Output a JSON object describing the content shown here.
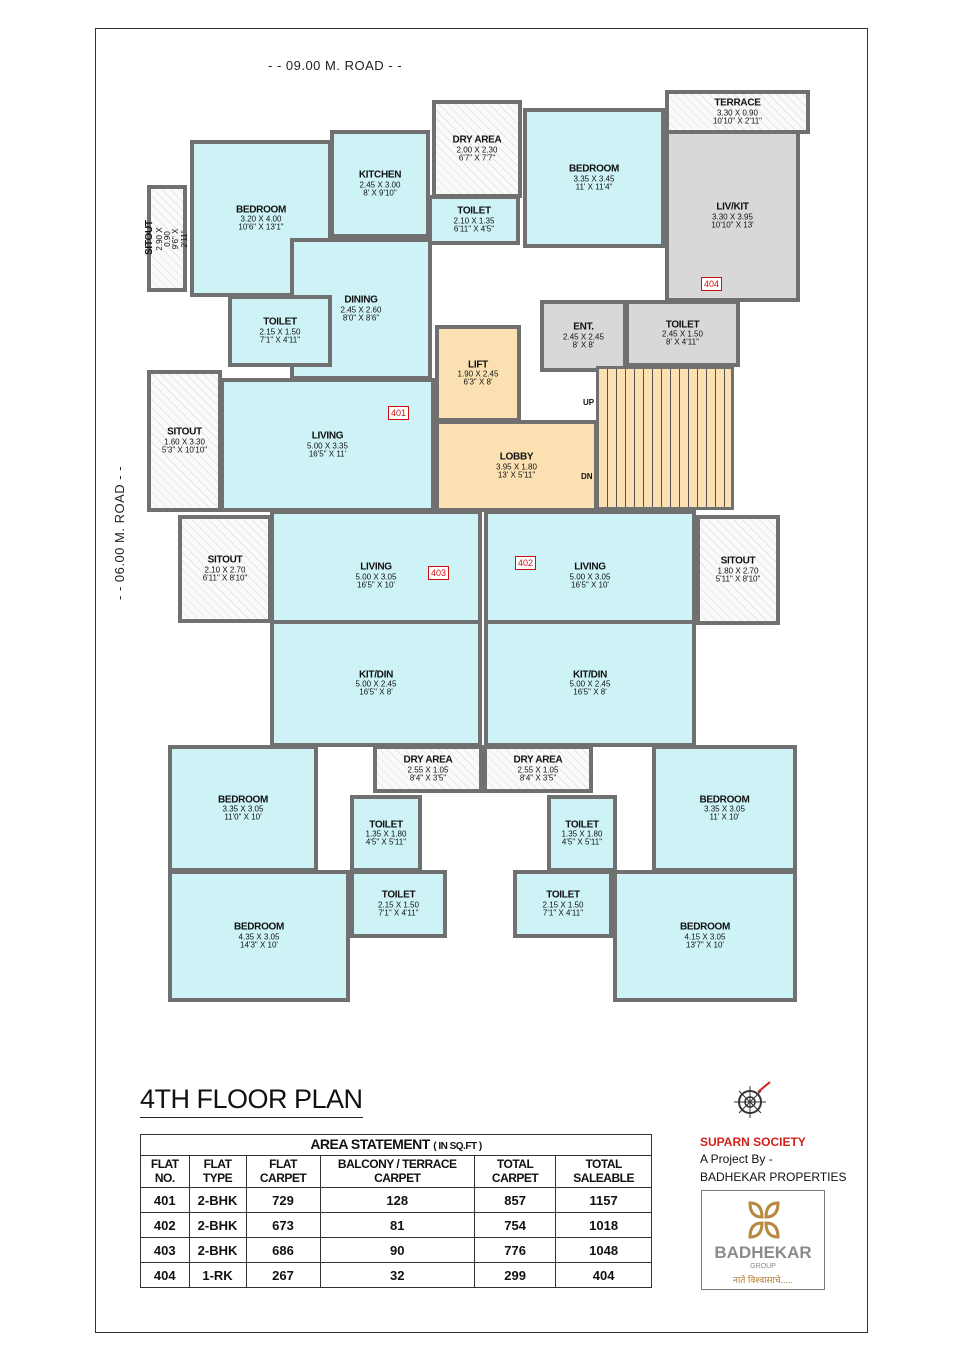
{
  "roads": {
    "north": "- -  09.00 M. ROAD - -",
    "west": "- -  06.00 M. ROAD - -"
  },
  "flat_badges": [
    "401",
    "402",
    "403",
    "404"
  ],
  "stairs": {
    "up": "UP",
    "dn": "DN"
  },
  "rooms": [
    {
      "name": "BEDROOM",
      "metric": "3.20 X 4.00",
      "imperial": "10'6\" X 13'1\""
    },
    {
      "name": "SITOUT",
      "metric": "2.90 X 0.90",
      "imperial": "9'6\" X 2'11\""
    },
    {
      "name": "KITCHEN",
      "metric": "2.45 X 3.00",
      "imperial": "8' X 9'10\""
    },
    {
      "name": "DRY AREA",
      "metric": "2.00 X 2.30",
      "imperial": "6'7\" X 7'7\""
    },
    {
      "name": "TOILET",
      "metric": "2.10 X 1.35",
      "imperial": "6'11\" X 4'5\""
    },
    {
      "name": "DINING",
      "metric": "2.45 X 2.60",
      "imperial": "8'0\" X 8'6\""
    },
    {
      "name": "TOILET",
      "metric": "2.15 X 1.50",
      "imperial": "7'1\" X 4'11\""
    },
    {
      "name": "SITOUT",
      "metric": "1.60 X 3.30",
      "imperial": "5'3\" X 10'10\""
    },
    {
      "name": "LIVING",
      "metric": "5.00 X 3.35",
      "imperial": "16'5\" X 11'"
    },
    {
      "name": "LIFT",
      "metric": "1.90 X 2.45",
      "imperial": "6'3\" X 8'"
    },
    {
      "name": "LOBBY",
      "metric": "3.95 X 1.80",
      "imperial": "13' X 5'11\""
    },
    {
      "name": "BEDROOM",
      "metric": "3.35 X 3.45",
      "imperial": "11' X 11'4\""
    },
    {
      "name": "TERRACE",
      "metric": "3.30 X 0.90",
      "imperial": "10'10\" X 2'11\""
    },
    {
      "name": "LIV/KIT",
      "metric": "3.30 X 3.95",
      "imperial": "10'10\" X 13'"
    },
    {
      "name": "ENT.",
      "metric": "2.45 X 2.45",
      "imperial": "8' X 8'"
    },
    {
      "name": "TOILET",
      "metric": "2.45 X 1.50",
      "imperial": "8' X 4'11\""
    },
    {
      "name": "SITOUT",
      "metric": "2.10 X 2.70",
      "imperial": "6'11\" X 8'10\""
    },
    {
      "name": "LIVING",
      "metric": "5.00 X 3.05",
      "imperial": "16'5\" X 10'"
    },
    {
      "name": "LIVING",
      "metric": "5.00 X 3.05",
      "imperial": "16'5\" X 10'"
    },
    {
      "name": "SITOUT",
      "metric": "1.80 X 2.70",
      "imperial": "5'11\" X 8'10\""
    },
    {
      "name": "KIT/DIN",
      "metric": "5.00 X 2.45",
      "imperial": "16'5\" X 8'"
    },
    {
      "name": "KIT/DIN",
      "metric": "5.00 X 2.45",
      "imperial": "16'5\" X 8'"
    },
    {
      "name": "BEDROOM",
      "metric": "3.35 X 3.05",
      "imperial": "11'0\" X 10'"
    },
    {
      "name": "BEDROOM",
      "metric": "4.35 X 3.05",
      "imperial": "14'3\" X 10'"
    },
    {
      "name": "DRY AREA",
      "metric": "2.55 X 1.05",
      "imperial": "8'4\" X 3'5\""
    },
    {
      "name": "DRY AREA",
      "metric": "2.55 X 1.05",
      "imperial": "8'4\" X 3'5\""
    },
    {
      "name": "TOILET",
      "metric": "1.35 X 1.80",
      "imperial": "4'5\" X 5'11\""
    },
    {
      "name": "TOILET",
      "metric": "2.15 X 1.50",
      "imperial": "7'1\" X 4'11\""
    },
    {
      "name": "TOILET",
      "metric": "1.35 X 1.80",
      "imperial": "4'5\" X 5'11\""
    },
    {
      "name": "TOILET",
      "metric": "2.15 X 1.50",
      "imperial": "7'1\" X 4'11\""
    },
    {
      "name": "BEDROOM",
      "metric": "3.35 X 3.05",
      "imperial": "11' X 10'"
    },
    {
      "name": "BEDROOM",
      "metric": "4.15 X 3.05",
      "imperial": "13'7\" X 10'"
    }
  ],
  "plan_title": "4TH FLOOR PLAN",
  "area_statement": {
    "title": "AREA STATEMENT",
    "unit": "( IN SQ.FT )",
    "headers": [
      "FLAT NO.",
      "FLAT TYPE",
      "FLAT CARPET",
      "BALCONY / TERRACE CARPET",
      "TOTAL CARPET",
      "TOTAL SALEABLE"
    ],
    "rows": [
      [
        "401",
        "2-BHK",
        "729",
        "128",
        "857",
        "1157"
      ],
      [
        "402",
        "2-BHK",
        "673",
        "81",
        "754",
        "1018"
      ],
      [
        "403",
        "2-BHK",
        "686",
        "90",
        "776",
        "1048"
      ],
      [
        "404",
        "1-RK",
        "267",
        "32",
        "299",
        "404"
      ]
    ]
  },
  "project": {
    "society": "SUPARN SOCIETY",
    "by": "A Project By -",
    "developer": "BADHEKAR PROPERTIES"
  },
  "logo": {
    "name": "BADHEKAR",
    "sub": "GROUP",
    "tagline": "नाते विश्वासाचे....."
  },
  "colors": {
    "room": "#cdf3f6",
    "common": "#fbe1b2",
    "rk": "#d8d8d8",
    "wall": "#707070",
    "accent": "#d0221a"
  }
}
